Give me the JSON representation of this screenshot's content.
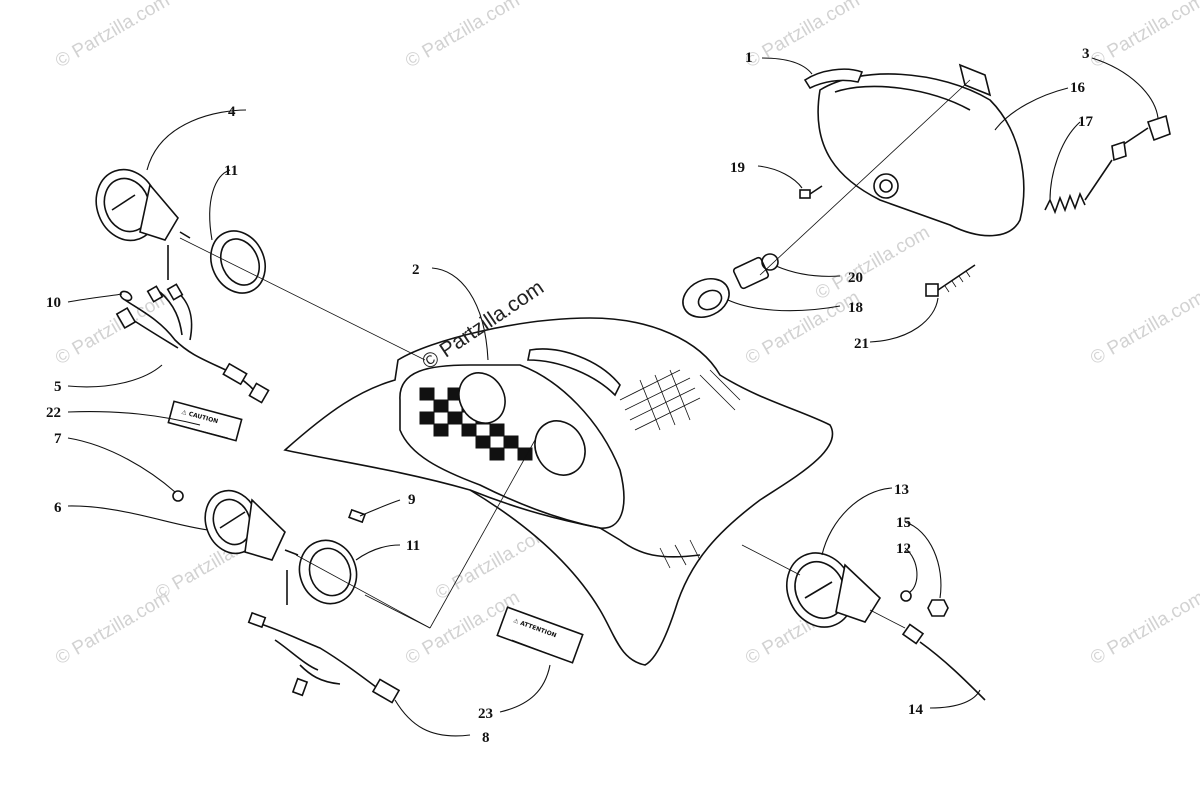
{
  "watermark": {
    "text": "© Partzilla.com",
    "center_text": "© Partzilla.com"
  },
  "decals": {
    "caution": "⚠ CAUTION",
    "attention": "⚠ ATTENTION"
  },
  "callouts": [
    "1",
    "2",
    "3",
    "4",
    "5",
    "6",
    "7",
    "8",
    "9",
    "10",
    "11",
    "11",
    "12",
    "13",
    "14",
    "15",
    "16",
    "17",
    "18",
    "19",
    "20",
    "21",
    "22",
    "23"
  ]
}
